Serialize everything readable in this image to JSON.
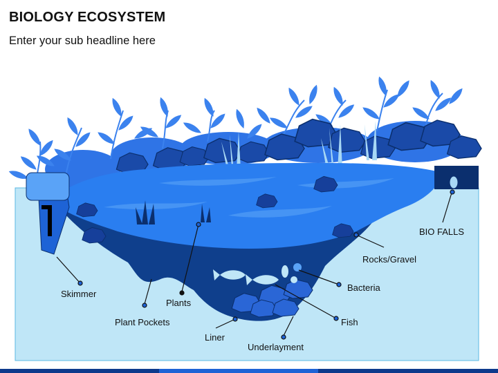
{
  "header": {
    "title": "BIOLOGY ECOSYSTEM",
    "subtitle": "Enter your sub headline here"
  },
  "labels": {
    "skimmer": "Skimmer",
    "plants": "Plants",
    "plant_pockets": "Plant Pockets",
    "liner": "Liner",
    "underlayment": "Underlayment",
    "fish": "Fish",
    "bacteria": "Bacteria",
    "rocks_gravel": "Rocks/Gravel",
    "bio_falls": "BIO FALLS"
  },
  "colors": {
    "ground": "#bfe6f7",
    "water": "#2a7ef0",
    "water_light": "#5aa3f7",
    "dark_basin": "#0f3f8c",
    "navy": "#0b2f6e",
    "rock": "#163f9a",
    "leaf": "#2f74e6",
    "leaf_light": "#5ea2f4",
    "accent_dot": "#1e63d6"
  }
}
